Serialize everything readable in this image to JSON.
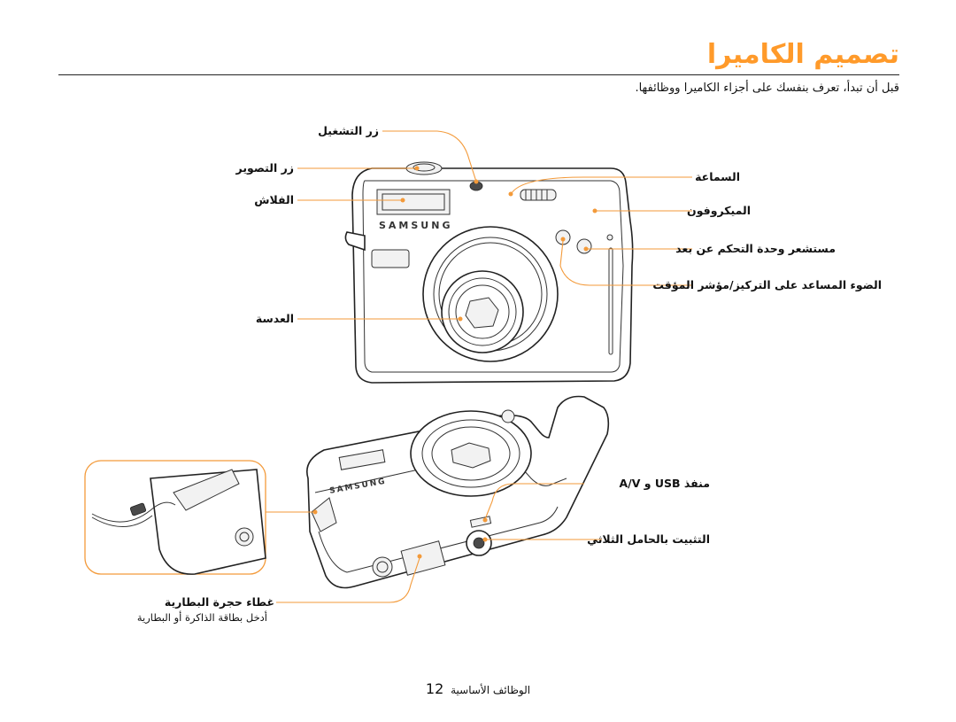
{
  "page": {
    "title": "تصميم الكاميرا",
    "intro": "قبل أن تبدأ، تعرف بنفسك على أجزاء الكاميرا ووظائفها.",
    "brand": "SAMSUNG"
  },
  "labels": {
    "power_button": "زر التشغيل",
    "shutter_button": "زر التصوير",
    "flash": "الفلاش",
    "lens": "العدسة",
    "speaker": "السماعة",
    "microphone": "الميكروفون",
    "remote_sensor": "مستشعر وحدة التحكم عن بعد",
    "af_lamp": "الضوء المساعد على التركيز/مؤشر المؤقت",
    "usb_av_port": "منفذ USB و A/V",
    "tripod_mount": "التثبيت بالحامل الثلاثي",
    "battery_cover": "غطاء حجرة البطارية",
    "battery_note": "أدخل بطاقة الذاكرة أو البطارية"
  },
  "footer": {
    "section": "الوظائف الأساسية",
    "page_number": "12"
  },
  "colors": {
    "accent": "#ff9a2a",
    "callout": "#f39a3a"
  }
}
